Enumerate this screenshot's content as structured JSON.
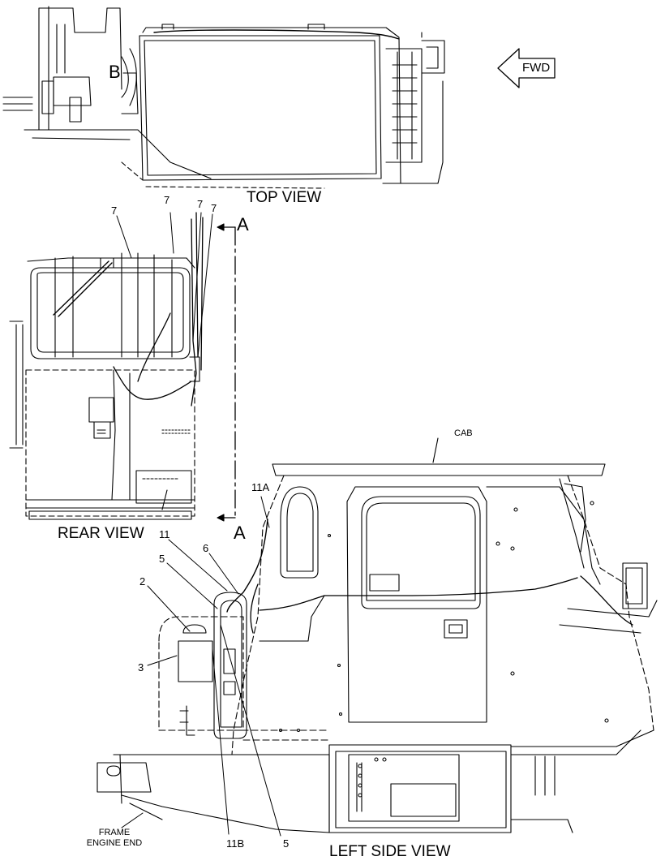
{
  "views": {
    "top": "TOP VIEW",
    "rear": "REAR VIEW",
    "left_side": "LEFT SIDE VIEW"
  },
  "direction": {
    "fwd": "FWD"
  },
  "markers": {
    "b": "B",
    "a_top": "A",
    "a_bottom": "A"
  },
  "callouts": {
    "c7a": "7",
    "c7b": "7",
    "c7c": "7",
    "c7d": "7",
    "c11a": "11A",
    "c11": "11",
    "c6": "6",
    "c5a": "5",
    "c2": "2",
    "c3": "3",
    "c11b": "11B",
    "c5b": "5"
  },
  "labels": {
    "cab": "CAB",
    "frame_line1": "FRAME",
    "frame_line2": "ENGINE END"
  }
}
